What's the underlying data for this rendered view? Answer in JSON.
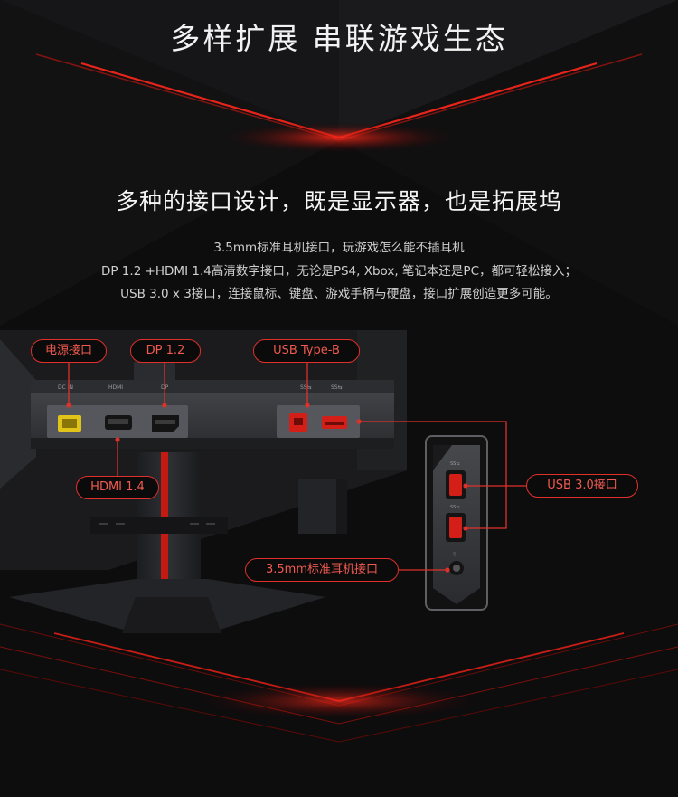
{
  "headline": "多样扩展  串联游戏生态",
  "subhead": "多种的接口设计，既是显示器，也是拓展坞",
  "description": [
    "3.5mm标准耳机接口，玩游戏怎么能不插耳机",
    "DP 1.2 +HDMI 1.4高清数字接口，无论是PS4, Xbox, 笔记本还是PC，都可轻松接入；",
    "USB 3.0 x 3接口，连接鼠标、键盘、游戏手柄与硬盘，接口扩展创造更多可能。"
  ],
  "callouts": {
    "power": "电源接口",
    "dp": "DP 1.2",
    "usb_b": "USB Type-B",
    "hdmi": "HDMI 1.4",
    "usb3": "USB 3.0接口",
    "audio": "3.5mm标准耳机接口"
  },
  "colors": {
    "accent": "#e0302a",
    "background": "#0d0d0e",
    "panel": "#3a3c40"
  }
}
